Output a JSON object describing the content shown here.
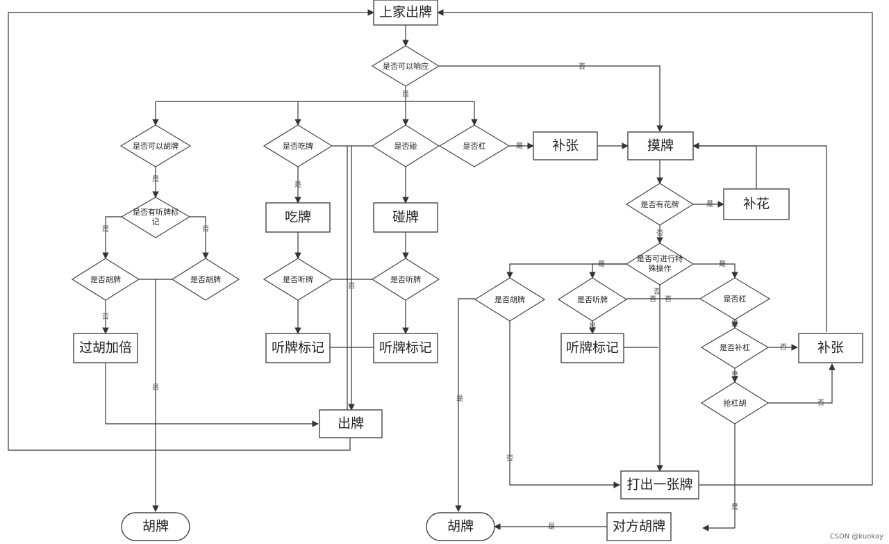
{
  "nodes": {
    "shangjia": "上家出牌",
    "respond": "是否可以响应",
    "hu_check": "是否可以胡牌",
    "chi_check": "是否吃牌",
    "peng_check": "是否碰",
    "gang_check": "是否杠",
    "buzhang_top": "补张",
    "mopai": "摸牌",
    "ting_flag_l1": "是否有听牌标",
    "ting_flag_l2": "记",
    "chi": "吃牌",
    "peng": "碰牌",
    "huaflag": "是否有花牌",
    "buhua": "补花",
    "hu_l": "是否胡牌",
    "hu_r": "是否胡牌",
    "ting_chi": "是否听牌",
    "ting_peng": "是否听牌",
    "special_l1": "是否可进行特",
    "special_l2": "殊操作",
    "hu_mid": "是否胡牌",
    "ting_mid": "是否听牌",
    "gang_mid": "是否杠",
    "guohu": "过胡加倍",
    "tingbiaoji_chi": "听牌标记",
    "tingbiaoji_peng": "听牌标记",
    "tingbiaoji_mid": "听牌标记",
    "bugang_check": "是否补杠",
    "buzhang_right": "补张",
    "qiangganghu": "抢杠胡",
    "chupai": "出牌",
    "dachu": "打出一张牌",
    "hupai_left": "胡牌",
    "hupai_right": "胡牌",
    "duifang": "对方胡牌"
  },
  "labels": {
    "yes": "是",
    "no": "否"
  },
  "watermark": "CSDN @kuokay"
}
